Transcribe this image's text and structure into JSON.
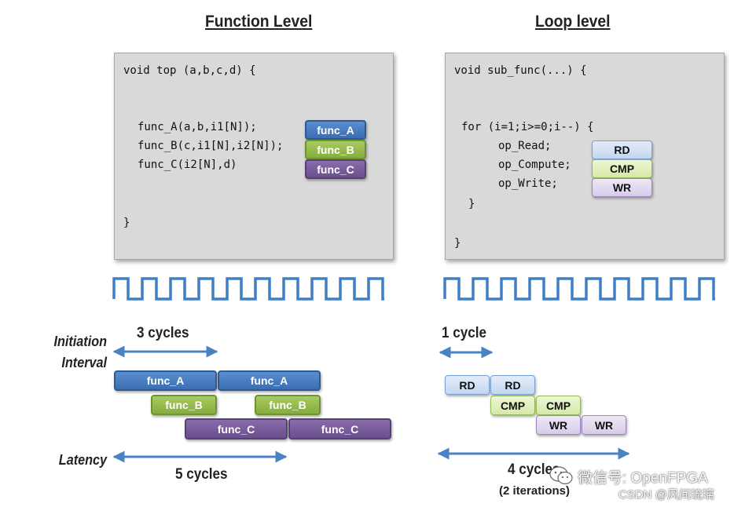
{
  "function_level": {
    "heading": "Function Level",
    "code": {
      "line1": "void top (a,b,c,d) {",
      "line2": "func_A(a,b,i1[N]);",
      "line3": "func_B(c,i1[N],i2[N]);",
      "line4": "func_C(i2[N],d)",
      "line5": "}"
    },
    "legend": [
      "func_A",
      "func_B",
      "func_C"
    ],
    "interval_label": "3 cycles",
    "latency_label": "5 cycles",
    "blocks": {
      "a1": "func_A",
      "a2": "func_A",
      "b1": "func_B",
      "b2": "func_B",
      "c1": "func_C",
      "c2": "func_C"
    }
  },
  "loop_level": {
    "heading": "Loop level",
    "code": {
      "line1": "void sub_func(...) {",
      "line2": "for (i=1;i>=0;i--) {",
      "line3": "op_Read;",
      "line4": "op_Compute;",
      "line5": "op_Write;",
      "line6": "}",
      "line7": "}"
    },
    "legend": [
      "RD",
      "CMP",
      "WR"
    ],
    "interval_label": "1 cycle",
    "latency_label": "4 cycles",
    "latency_sub": "(2 iterations)",
    "blocks": {
      "rd1": "RD",
      "rd2": "RD",
      "cmp1": "CMP",
      "cmp2": "CMP",
      "wr1": "WR",
      "wr2": "WR"
    }
  },
  "labels": {
    "initiation": "Initiation",
    "interval": "Interval",
    "latency": "Latency"
  },
  "watermark": {
    "line1": "微信号: OpenFPGA",
    "line2": "CSDN @风间琉璃"
  },
  "colors": {
    "func_A": "#3a6db2",
    "func_B": "#86ad3f",
    "func_C": "#6a4f8d",
    "clock": "#3f7fc6",
    "arrow": "#4a83c3"
  }
}
